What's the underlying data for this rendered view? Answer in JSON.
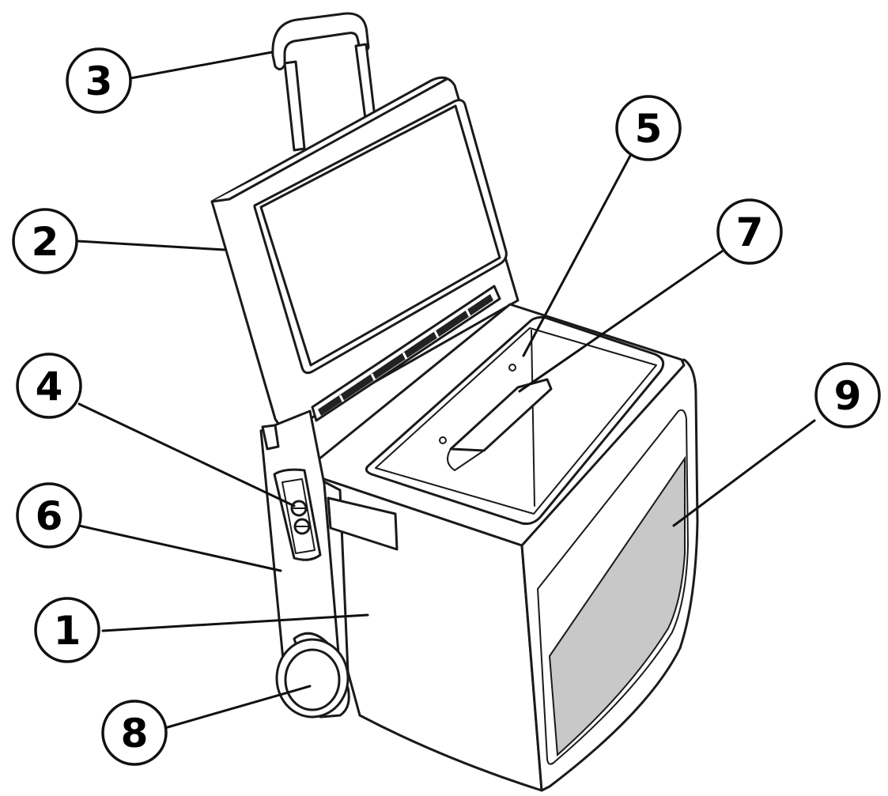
{
  "colors": {
    "line": "#1a1a1a",
    "panel_fill": "#c8c8c8",
    "background": "#ffffff"
  },
  "callouts": [
    {
      "id": "callout-1",
      "label": "1"
    },
    {
      "id": "callout-2",
      "label": "2"
    },
    {
      "id": "callout-3",
      "label": "3"
    },
    {
      "id": "callout-4",
      "label": "4"
    },
    {
      "id": "callout-5",
      "label": "5"
    },
    {
      "id": "callout-6",
      "label": "6"
    },
    {
      "id": "callout-7",
      "label": "7"
    },
    {
      "id": "callout-8",
      "label": "8"
    },
    {
      "id": "callout-9",
      "label": "9"
    }
  ]
}
